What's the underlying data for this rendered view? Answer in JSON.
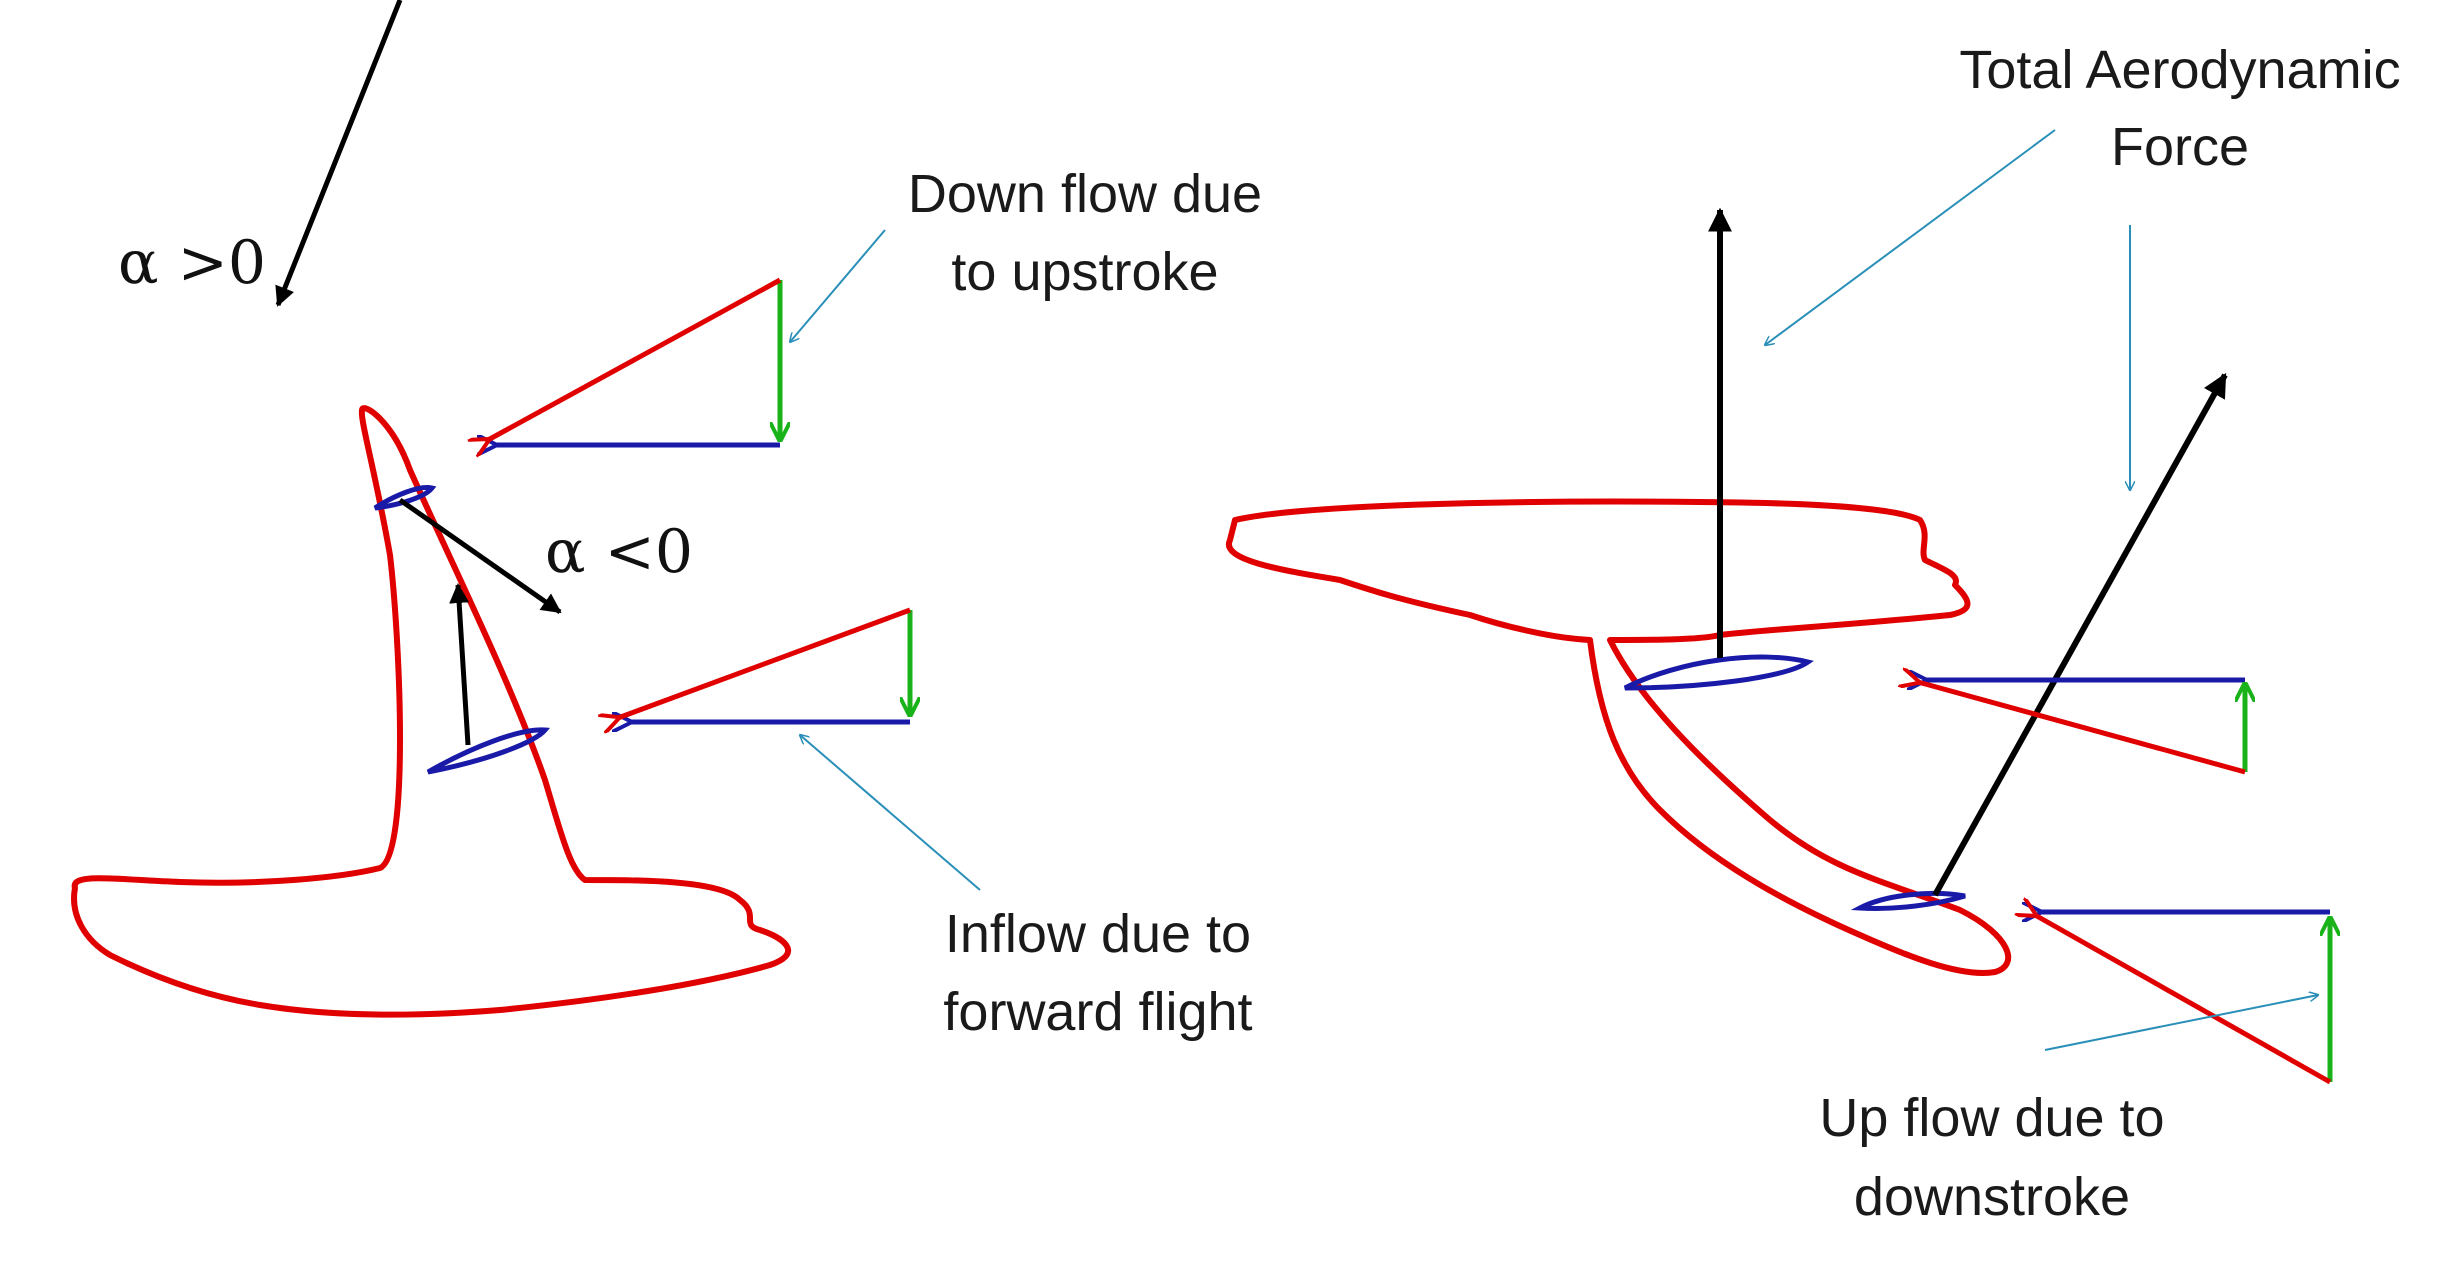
{
  "labels": {
    "alpha_pos": "α >0",
    "alpha_neg": "α <0",
    "down_flow_line1": "Down flow due",
    "down_flow_line2": "to upstroke",
    "inflow_line1": "Inflow due to",
    "inflow_line2": "forward flight",
    "total_force_line1": "Total Aerodynamic",
    "total_force_line2": "Force",
    "up_flow_line1": "Up flow due to",
    "up_flow_line2": "downstroke"
  },
  "colors": {
    "wing_outline": "#e00000",
    "inflow_vector": "#1a1aa8",
    "vertical_flow_vector": "#19b219",
    "force_vector": "#000000",
    "callout_line": "#2a8fb8",
    "text": "#1a1a1a"
  }
}
